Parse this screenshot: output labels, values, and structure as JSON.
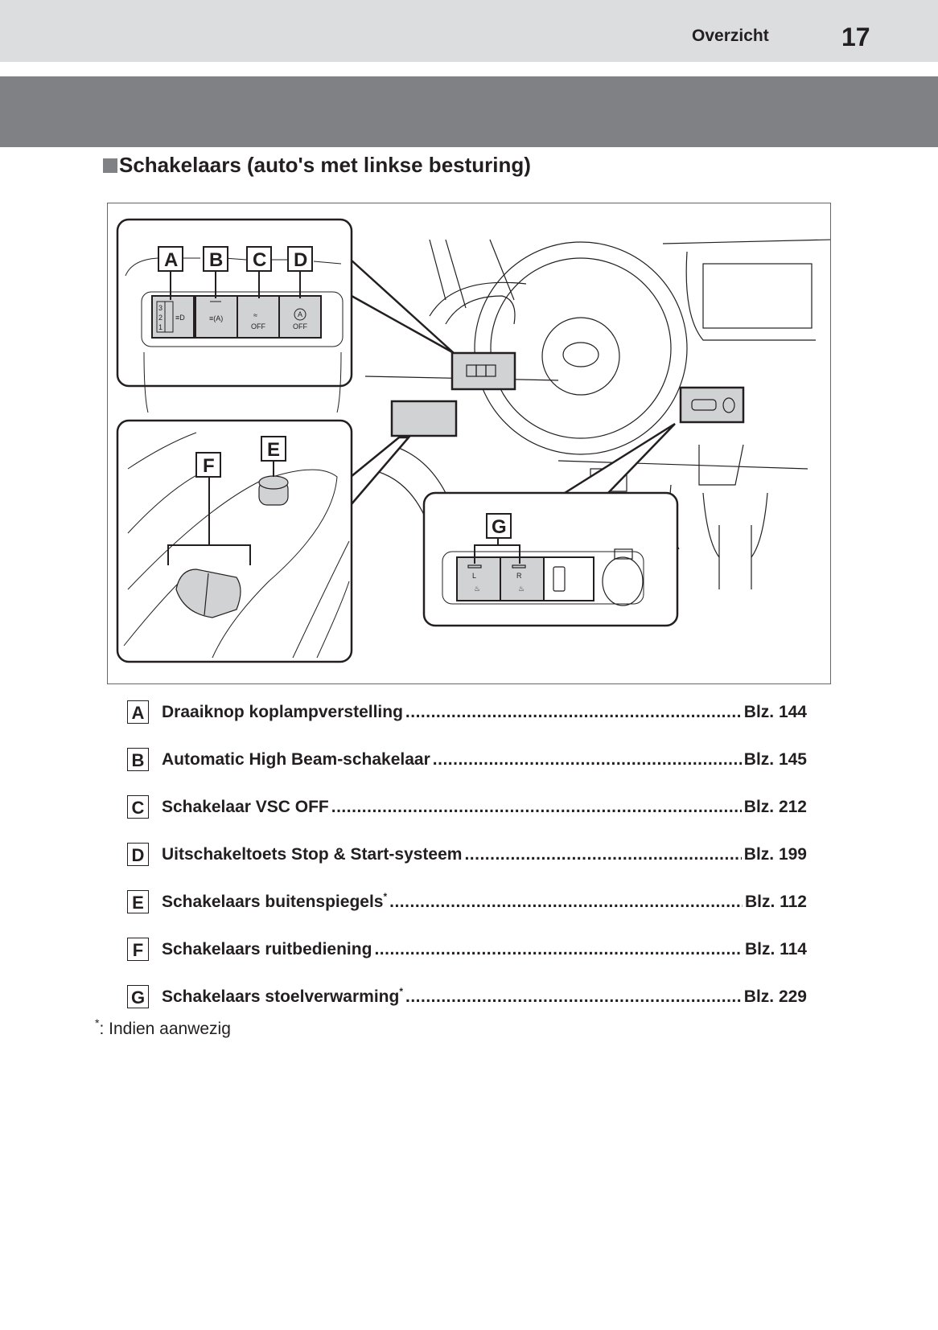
{
  "header": {
    "section": "Overzicht",
    "page_number": "17"
  },
  "heading": "Schakelaars (auto's met linkse besturing)",
  "figure": {
    "callouts": [
      "A",
      "B",
      "C",
      "D",
      "E",
      "F",
      "G"
    ],
    "switch_panel": {
      "dial_marks": [
        "3",
        "2",
        "1"
      ],
      "off_label_c": "OFF",
      "off_label_d": "OFF"
    },
    "seat_heater": {
      "left": "L",
      "right": "R"
    }
  },
  "items": [
    {
      "letter": "A",
      "text": "Draaiknop koplampverstelling",
      "asterisk": "",
      "page": "Blz. 144"
    },
    {
      "letter": "B",
      "text": "Automatic High Beam-schakelaar",
      "asterisk": "",
      "page": "Blz. 145"
    },
    {
      "letter": "C",
      "text": "Schakelaar VSC OFF",
      "asterisk": "",
      "page": "Blz. 212"
    },
    {
      "letter": "D",
      "text": "Uitschakeltoets Stop & Start-systeem",
      "asterisk": "",
      "page": "Blz. 199"
    },
    {
      "letter": "E",
      "text": "Schakelaars buitenspiegels",
      "asterisk": "*",
      "page": "Blz. 112"
    },
    {
      "letter": "F",
      "text": "Schakelaars ruitbediening",
      "asterisk": "",
      "page": "Blz. 114"
    },
    {
      "letter": "G",
      "text": "Schakelaars stoelverwarming",
      "asterisk": "*",
      "page": "Blz. 229"
    }
  ],
  "footnote": {
    "mark": "*",
    "text": ":  Indien aanwezig"
  },
  "colors": {
    "band_light": "#dcdddf",
    "band_dark": "#808184",
    "switch_fill": "#d1d2d4",
    "text": "#231f20"
  }
}
